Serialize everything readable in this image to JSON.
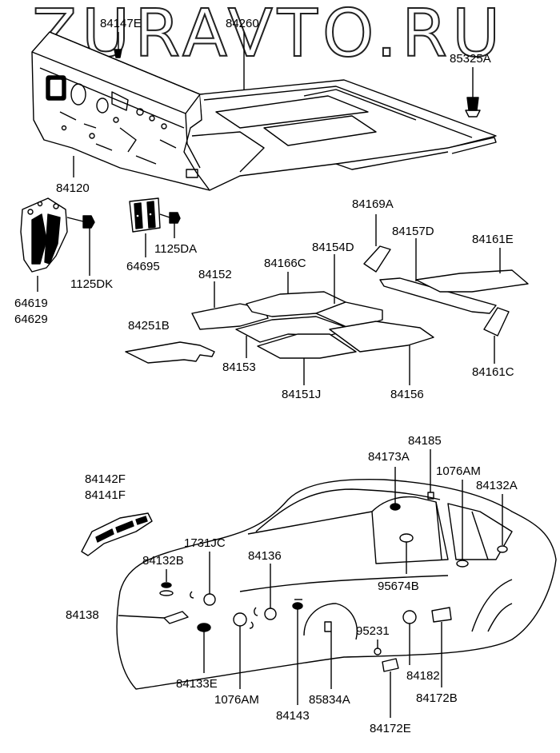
{
  "watermark": "ZURAVTO.RU",
  "labels": {
    "p84147E": "84147E",
    "p84260": "84260",
    "p85325A": "85325A",
    "p84120": "84120",
    "p84169A": "84169A",
    "p84157D": "84157D",
    "p84161E": "84161E",
    "p84154D": "84154D",
    "p84166C": "84166C",
    "p84152": "84152",
    "p1125DA": "1125DA",
    "p64695": "64695",
    "p1125DK": "1125DK",
    "p64619": "64619",
    "p64629": "64629",
    "p84251B": "84251B",
    "p84153": "84153",
    "p84151J": "84151J",
    "p84156": "84156",
    "p84161C": "84161C",
    "p84185": "84185",
    "p84173A": "84173A",
    "p1076AM_top": "1076AM",
    "p84132A": "84132A",
    "p84142F": "84142F",
    "p84141F": "84141F",
    "p1731JC": "1731JC",
    "p84132B": "84132B",
    "p84136": "84136",
    "p95674B": "95674B",
    "p84138": "84138",
    "p95231": "95231",
    "p84133E": "84133E",
    "p1076AM_bottom": "1076AM",
    "p85834A": "85834A",
    "p84143": "84143",
    "p84182": "84182",
    "p84172B": "84172B",
    "p84172E": "84172E"
  }
}
